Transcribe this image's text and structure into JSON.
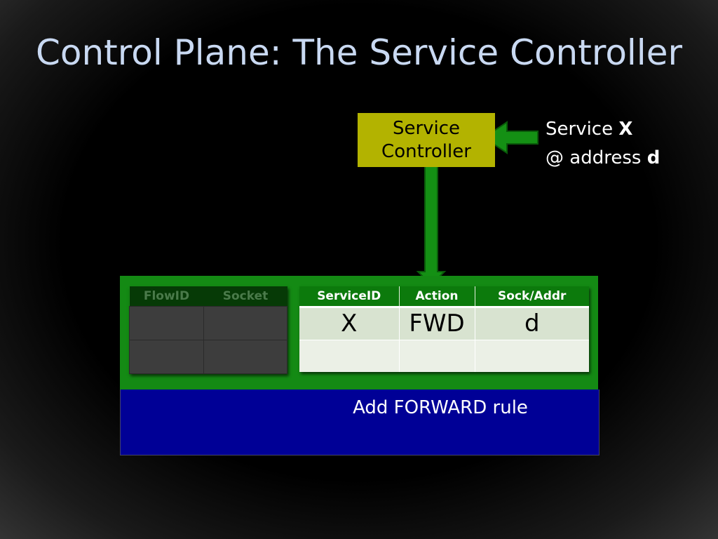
{
  "title": "Control Plane: The Service Controller",
  "service_controller": {
    "line1": "Service",
    "line2": "Controller"
  },
  "service_note": {
    "prefix1": "Service ",
    "bold1": "X",
    "prefix2": "@ address ",
    "bold2": "d"
  },
  "flow_table": {
    "headers": [
      "FlowID",
      "Socket"
    ],
    "rows": [
      [
        "",
        ""
      ],
      [
        "",
        ""
      ]
    ]
  },
  "service_table": {
    "headers": [
      "ServiceID",
      "Action",
      "Sock/Addr"
    ],
    "rows": [
      [
        "X",
        "FWD",
        "d"
      ],
      [
        "",
        "",
        ""
      ]
    ]
  },
  "callout": "Add FORWARD rule",
  "colors": {
    "controller_box": "#b3b300",
    "arrow_green": "#149014",
    "host_green": "#148a14",
    "host_blue": "#000096",
    "callout_red": "#c0504d",
    "title": "#c9d9f2"
  }
}
